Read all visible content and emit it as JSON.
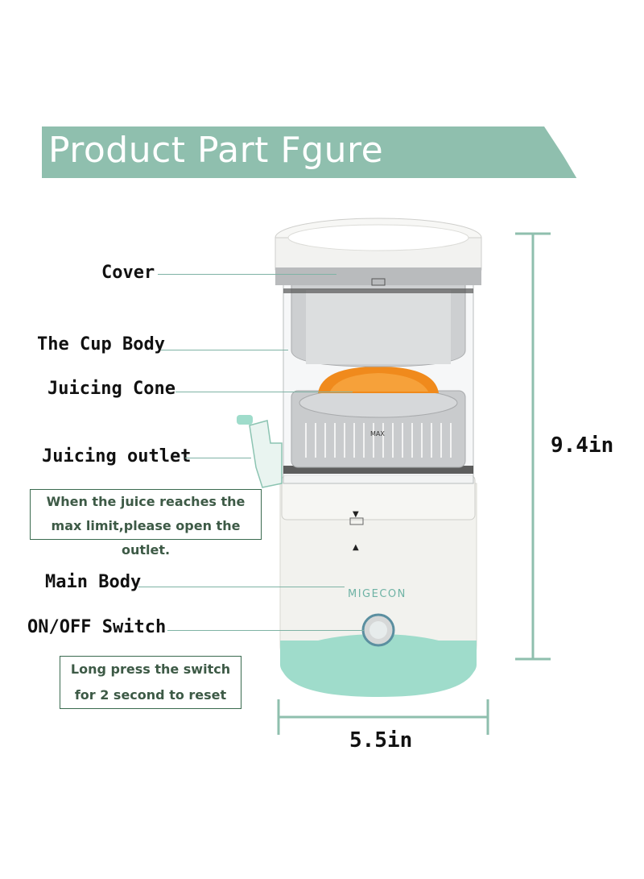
{
  "banner": {
    "title": "Product Part Fgure",
    "color": "#8fbfae"
  },
  "parts": [
    {
      "label": "Cover"
    },
    {
      "label": "The Cup Body"
    },
    {
      "label": "Juicing Cone"
    },
    {
      "label": "Juicing outlet"
    },
    {
      "label": "Main Body"
    },
    {
      "label": "ON/OFF Switch"
    }
  ],
  "notes": {
    "outlet_line1": "When the juice reaches the",
    "outlet_line2": "max limit,please open the outlet.",
    "switch_line1": "Long press the switch",
    "switch_line2": "for 2 second to reset"
  },
  "dimensions": {
    "height": "9.4in",
    "width": "5.5in"
  },
  "product": {
    "brand": "MIGECON",
    "max_mark": "MAX"
  },
  "colors": {
    "accent": "#8fbfae",
    "base_mint": "#9fdccb",
    "orange": "#f08a1c"
  }
}
